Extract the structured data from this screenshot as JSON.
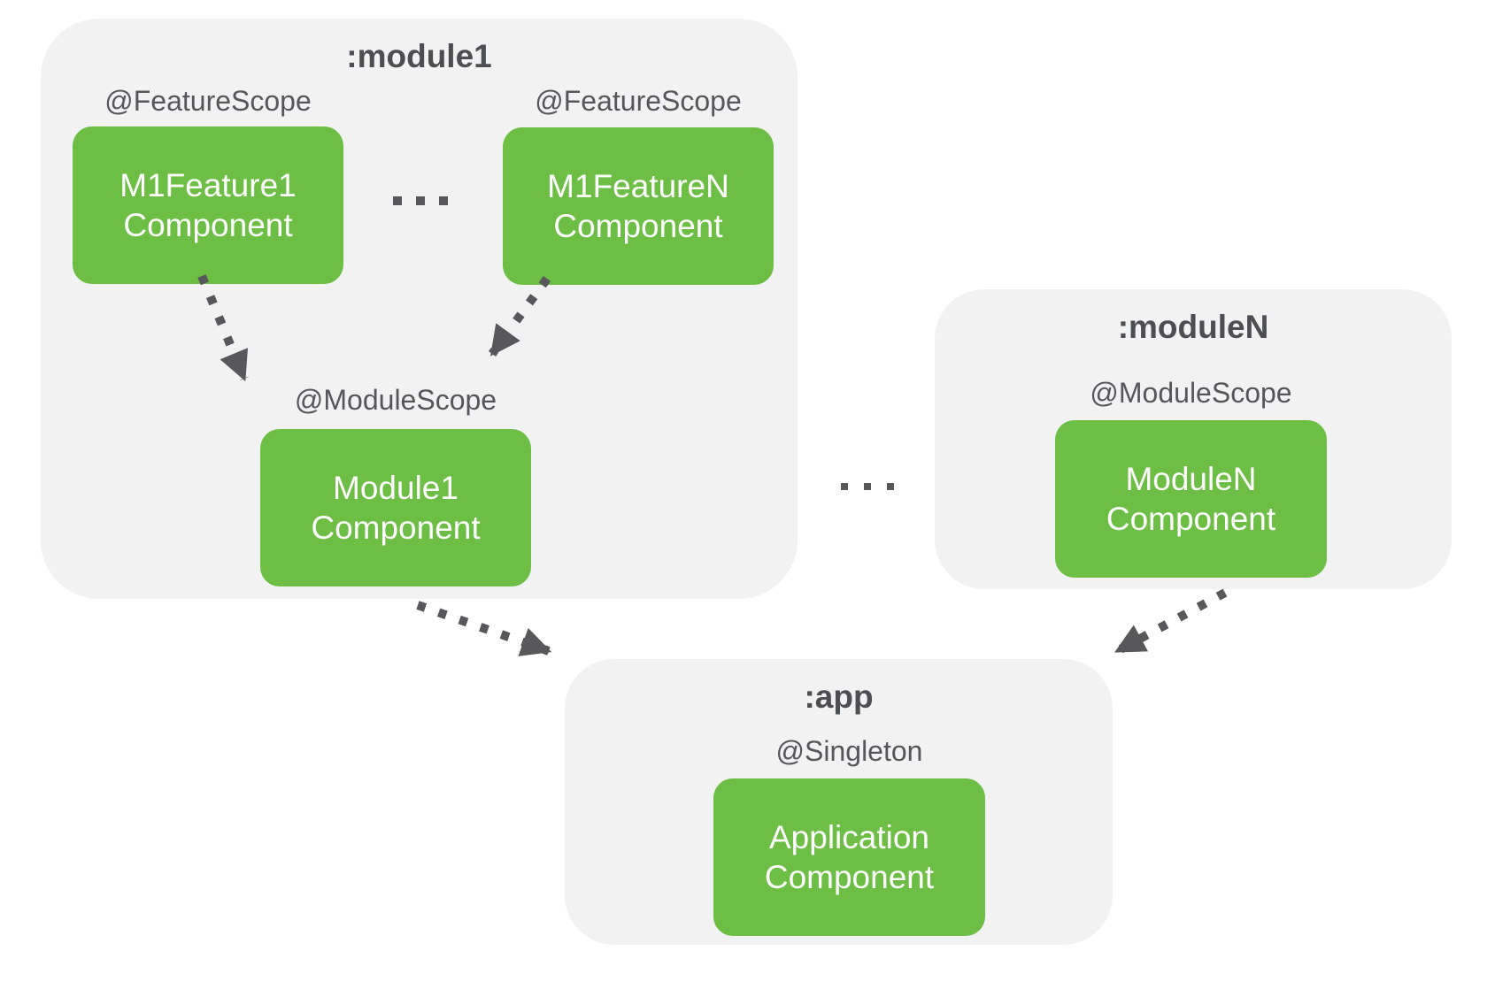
{
  "diagram": {
    "module1": {
      "title": ":module1",
      "features": [
        {
          "scope": "@FeatureScope",
          "name_line1": "M1Feature1",
          "name_line2": "Component"
        },
        {
          "scope": "@FeatureScope",
          "name_line1": "M1FeatureN",
          "name_line2": "Component"
        }
      ],
      "module": {
        "scope": "@ModuleScope",
        "name_line1": "Module1",
        "name_line2": "Component"
      },
      "ellipsis_between_features": "..."
    },
    "moduleN": {
      "title": ":moduleN",
      "module": {
        "scope": "@ModuleScope",
        "name_line1": "ModuleN",
        "name_line2": "Component"
      }
    },
    "app": {
      "title": ":app",
      "module": {
        "scope": "@Singleton",
        "name_line1": "Application",
        "name_line2": "Component"
      }
    },
    "ellipsis_between_modules": "...",
    "colors": {
      "background": "#ffffff",
      "container_fill": "#f2f2f2",
      "component_fill": "#6dbe44",
      "component_text": "#ffffff",
      "title_text": "#4d4e52",
      "label_text": "#56575b",
      "arrow": "#58585a"
    }
  }
}
